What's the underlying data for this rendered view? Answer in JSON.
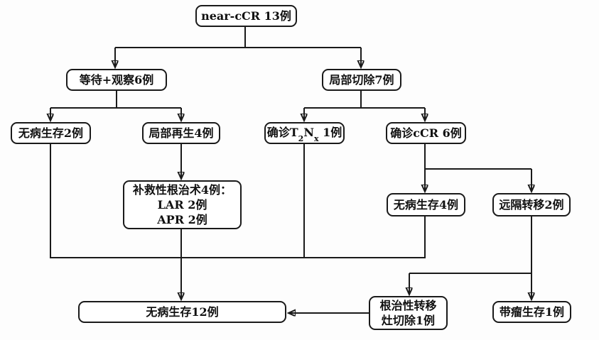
{
  "diagram": {
    "type": "flowchart",
    "topic": "near-cCR outcome flow",
    "colors": {
      "line": "#1a1a1a",
      "box_border": "#1a1a1a",
      "box_fill": "#ffffff",
      "background": "#fdfdfd",
      "text": "#111111"
    }
  },
  "nodes": {
    "near_ccr": {
      "label": "near-cCR 13例"
    },
    "wait_watch": {
      "label": "等待+观察6例"
    },
    "local_excision": {
      "label": "局部切除7例"
    },
    "dfs_2": {
      "label": "无病生存2例"
    },
    "local_regrowth": {
      "label": "局部再生4例"
    },
    "confirmed_t2nx": {
      "prefix": "确诊T",
      "sub1": "2",
      "mid": "N",
      "sub2": "x",
      "suffix": " 1例"
    },
    "confirmed_ccr": {
      "label": "确诊cCR 6例"
    },
    "salvage_surgery": {
      "line1": "补救性根治术4例：",
      "line2": "LAR 2例",
      "line3": "APR 2例"
    },
    "dfs_4": {
      "label": "无病生存4例"
    },
    "distant_metastasis": {
      "label": "远隔转移2例"
    },
    "dfs_12": {
      "label": "无病生存12例"
    },
    "radical_metastasectomy": {
      "line1": "根治性转移",
      "line2": "灶切除1例"
    },
    "tumor_bearing_survival": {
      "label": "带瘤生存1例"
    }
  }
}
